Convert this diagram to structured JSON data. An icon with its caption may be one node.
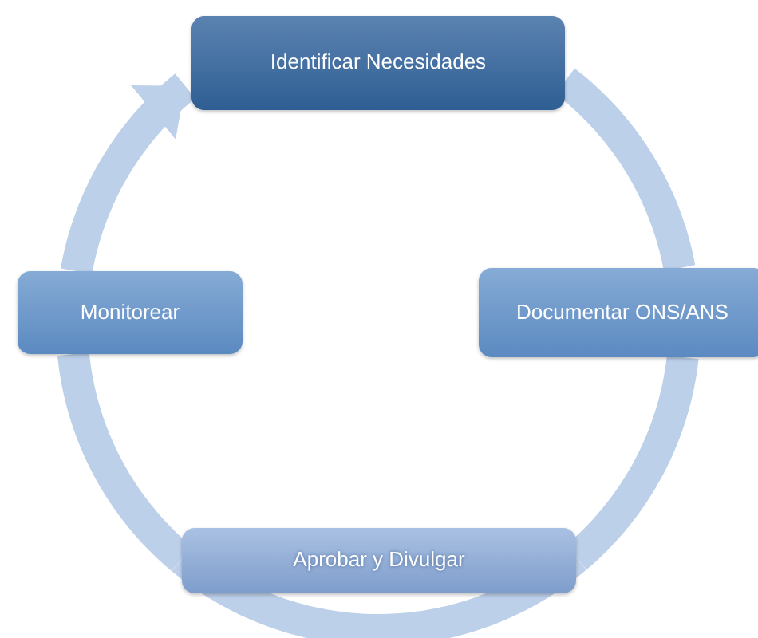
{
  "diagram": {
    "nodes": [
      {
        "text": [
          "Identificar Necesidades"
        ]
      },
      {
        "text": [
          "Documentar ONS/ANS"
        ]
      },
      {
        "text": [
          "Aprobar y Divulgar"
        ]
      },
      {
        "text": [
          "Monitorear"
        ]
      }
    ],
    "edges": [
      {
        "from": 0,
        "to": 1,
        "arrow": "none"
      },
      {
        "from": 1,
        "to": 2,
        "arrow": "none"
      },
      {
        "from": 2,
        "to": 3,
        "arrow": "none"
      },
      {
        "from": 3,
        "to": 0,
        "arrow": "to"
      }
    ]
  }
}
